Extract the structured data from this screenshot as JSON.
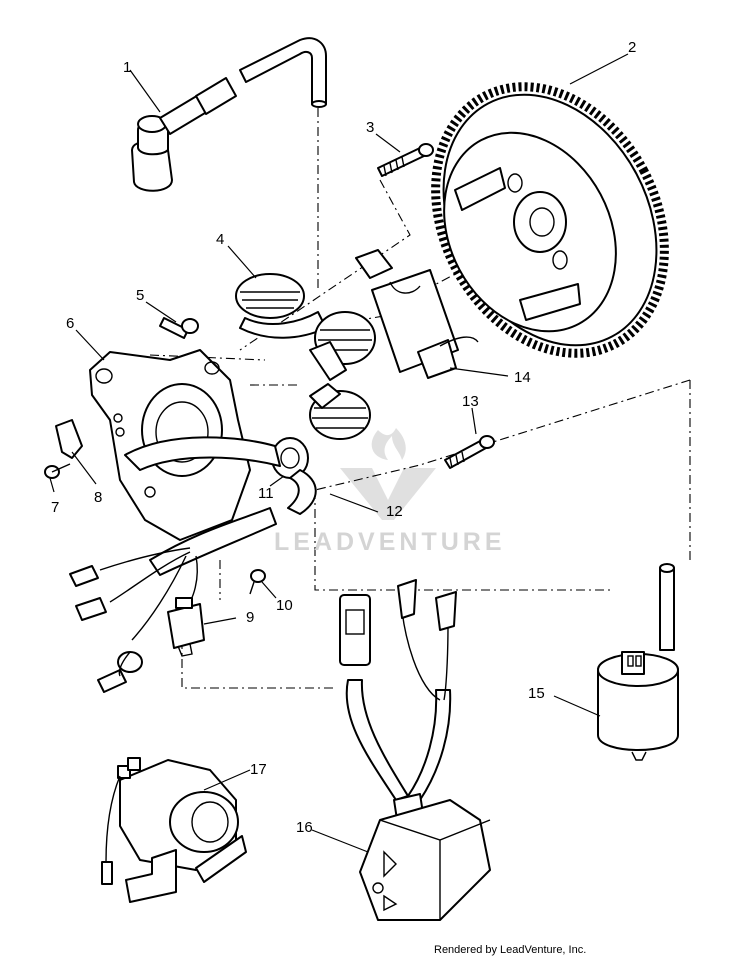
{
  "callouts": {
    "c1": "1",
    "c2": "2",
    "c3": "3",
    "c4": "4",
    "c5": "5",
    "c6": "6",
    "c7": "7",
    "c8": "8",
    "c9": "9",
    "c10": "10",
    "c11": "11",
    "c12": "12",
    "c13": "13",
    "c14": "14",
    "c15": "15",
    "c16": "16",
    "c17": "17"
  },
  "watermark": {
    "text": "LEADVENTURE"
  },
  "footer": {
    "credit": "Rendered by LeadVenture, Inc."
  }
}
